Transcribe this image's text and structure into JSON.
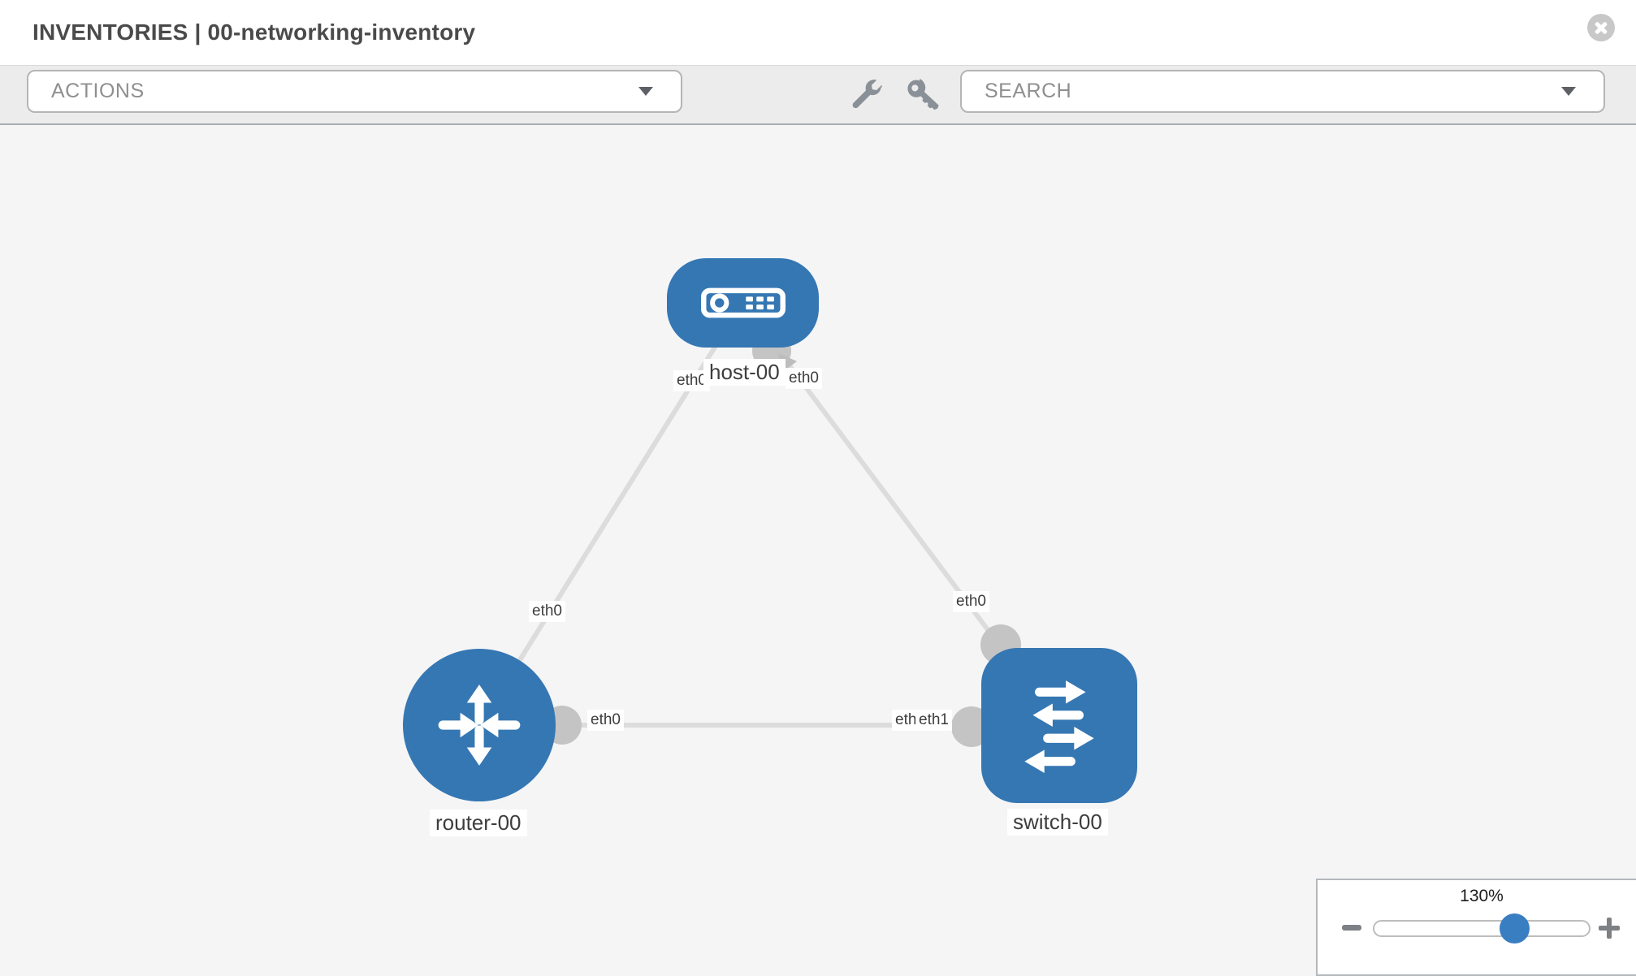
{
  "header": {
    "title": "INVENTORIES | 00-networking-inventory"
  },
  "toolbar": {
    "actions_placeholder": "ACTIONS",
    "search_placeholder": "SEARCH"
  },
  "topology": {
    "nodes": [
      {
        "label": "host-00",
        "type": "host"
      },
      {
        "label": "router-00",
        "type": "router"
      },
      {
        "label": "switch-00",
        "type": "switch"
      }
    ],
    "links": [
      {
        "from": "host-00",
        "to": "router-00"
      },
      {
        "from": "host-00",
        "to": "switch-00"
      },
      {
        "from": "router-00",
        "to": "switch-00"
      }
    ],
    "interface_labels": [
      {
        "text": "eth0",
        "position": "host-left"
      },
      {
        "text": "eth0",
        "position": "host-right"
      },
      {
        "text": "eth0",
        "position": "host-router-link"
      },
      {
        "text": "eth0",
        "position": "router-right"
      },
      {
        "text": "eth0",
        "position": "switch-top"
      },
      {
        "text": "eth0",
        "position": "switch-left-under"
      },
      {
        "text": "eth1",
        "position": "switch-left-over"
      }
    ]
  },
  "zoom_control": {
    "level": "130%"
  },
  "colors": {
    "node_blue": "#3577b3",
    "link_gray": "#dcdcdc",
    "port_gray": "#c4c4c4",
    "handle_blue": "#3a7ec2",
    "toolbar_gray": "#ececec"
  }
}
